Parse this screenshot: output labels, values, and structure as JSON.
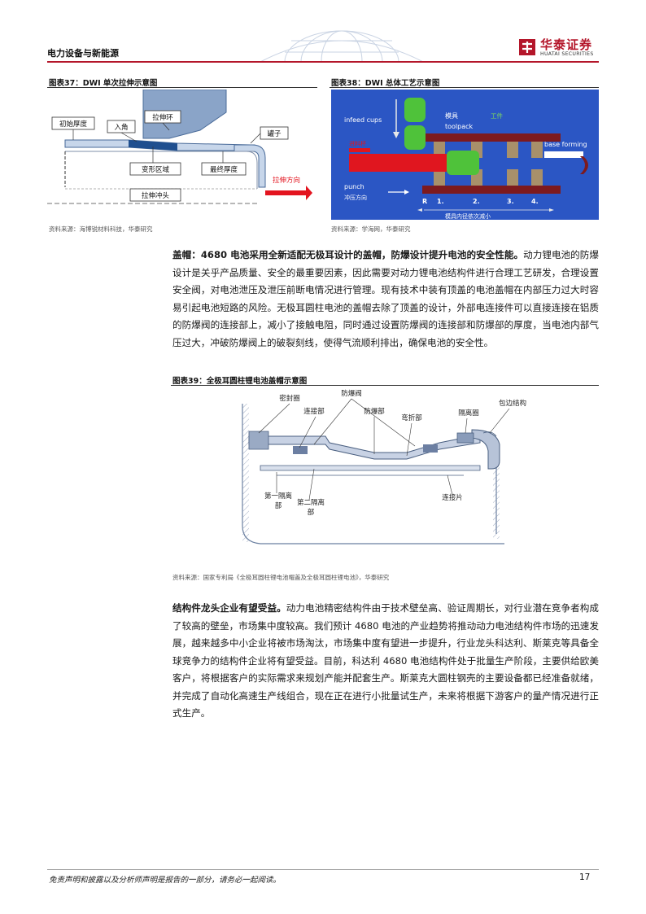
{
  "header": {
    "section": "电力设备与新能源",
    "brand_cn": "华泰证券",
    "brand_en": "HUATAI SECURITIES",
    "brand_color": "#b4162a"
  },
  "fig37": {
    "title": "图表37：DWI 单次拉伸示意图",
    "labels": {
      "initial_thickness": "初始厚度",
      "entry_angle": "入角",
      "draw_ring": "拉伸环",
      "can": "罐子",
      "deform_zone": "变形区域",
      "final_thickness": "最终厚度",
      "draw_direction": "拉伸方向",
      "punch": "拉伸冲头"
    },
    "source": "资料来源：海博锐材料科技，华泰研究"
  },
  "fig38": {
    "title": "图表38：DWI 总体工艺示意图",
    "labels": {
      "infeed_cups": "infeed cups",
      "mold": "模具",
      "toolpack": "toolpack",
      "workpiece": "工件",
      "base_forming": "base forming",
      "cup_label": "进料杯",
      "punch": "punch",
      "punch_dir": "冲压方向",
      "stages": [
        "R",
        "1.",
        "2.",
        "3.",
        "4."
      ],
      "diameter_note": "模具内径依次减小"
    },
    "source": "资料来源：学海网，华泰研究"
  },
  "para1": {
    "lead": "盖帽：4680 电池采用全新适配无极耳设计的盖帽，防爆设计提升电池的安全性能。",
    "body": "动力锂电池的防爆设计是关乎产品质量、安全的最重要因素，因此需要对动力锂电池结构件进行合理工艺研发，合理设置安全阀，对电池泄压及泄压前断电情况进行管理。现有技术中装有顶盖的电池盖帽在内部压力过大时容易引起电池短路的风险。无极耳圆柱电池的盖帽去除了顶盖的设计，外部电连接件可以直接连接在铝质的防爆阀的连接部上，减小了接触电阻，同时通过设置防爆阀的连接部和防爆部的厚度，当电池内部气压过大，冲破防爆阀上的破裂刻线，使得气流顺利排出，确保电池的安全性。"
  },
  "fig39": {
    "title": "图表39：全极耳圆柱锂电池盖帽示意图",
    "labels": {
      "seal_ring": "密封圈",
      "valve": "防爆阀",
      "conn1": "连接部",
      "burst": "防爆部",
      "bend": "弯折部",
      "isolation_ring": "隔离圈",
      "crimp": "包边结构",
      "first_iso": "第一隔离部",
      "second_iso": "第二隔离部",
      "conn_sheet": "连接片"
    },
    "source": "资料来源：国家专利局《全极耳圆柱锂电池帽盖及全极耳圆柱锂电池》，华泰研究"
  },
  "para2": {
    "lead": "结构件龙头企业有望受益。",
    "body": "动力电池精密结构件由于技术壁垒高、验证周期长，对行业潜在竞争者构成了较高的壁垒，市场集中度较高。我们预计 4680 电池的产业趋势将推动动力电池结构件市场的迅速发展，越来越多中小企业将被市场淘汰，市场集中度有望进一步提升，行业龙头科达利、斯莱克等具备全球竞争力的结构件企业将有望受益。目前，科达利 4680 电池结构件处于批量生产阶段，主要供给欧美客户，将根据客户的实际需求来规划产能并配套生产。斯莱克大圆柱钢壳的主要设备都已经准备就绪，并完成了自动化高速生产线组合，现在正在进行小批量试生产，未来将根据下游客户的量产情况进行正式生产。"
  },
  "footer": {
    "disclaimer": "免责声明和披露以及分析师声明是报告的一部分，请务必一起阅读。",
    "page": "17"
  }
}
